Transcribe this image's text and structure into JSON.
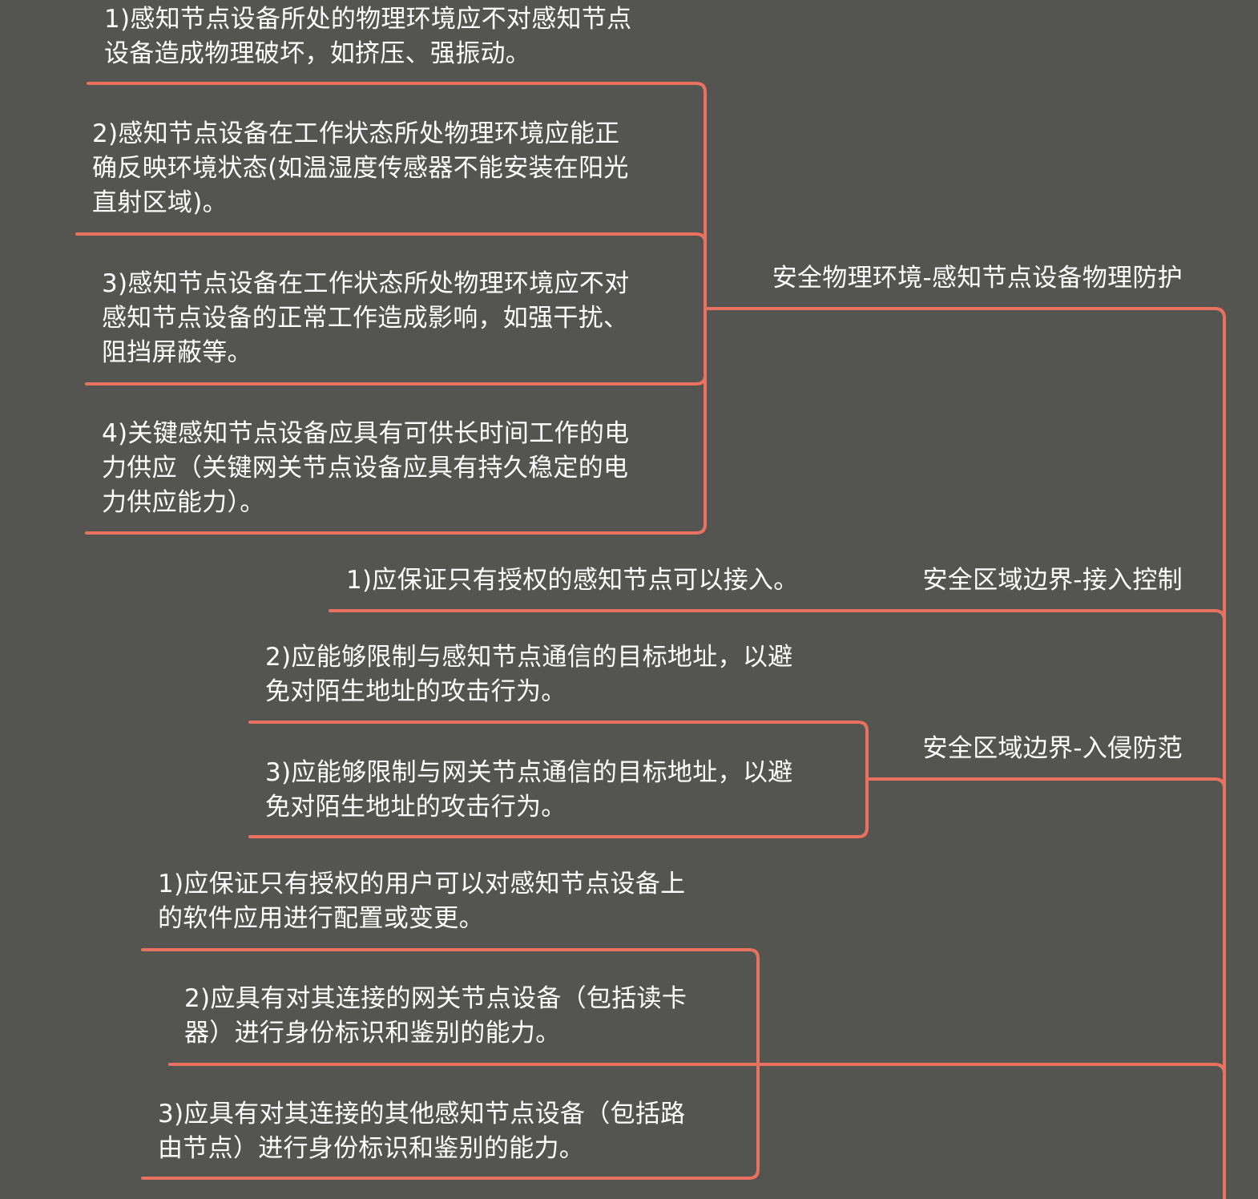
{
  "colors": {
    "background": "#545551",
    "line": "#e8725f",
    "text": "#ffffff"
  },
  "categories": {
    "physical": "安全物理环境-感知节点设备物理防护",
    "access": "安全区域边界-接入控制",
    "intrusion": "安全区域边界-入侵防范",
    "identity_items_parent": ""
  },
  "physical_items": [
    [
      "1)感知节点设备所处的物理环境应不对感知节点",
      "设备造成物理破坏，如挤压、强振动。"
    ],
    [
      "2)感知节点设备在工作状态所处物理环境应能正",
      "确反映环境状态(如温湿度传感器不能安装在阳光",
      "直射区域)。"
    ],
    [
      "3)感知节点设备在工作状态所处物理环境应不对",
      "感知节点设备的正常工作造成影响，如强干扰、",
      "阻挡屏蔽等。"
    ],
    [
      "4)关键感知节点设备应具有可供长时间工作的电",
      "力供应（关键网关节点设备应具有持久稳定的电",
      "力供应能力）。"
    ]
  ],
  "access_items": [
    [
      "1)应保证只有授权的感知节点可以接入。"
    ]
  ],
  "intrusion_items": [
    [
      "2)应能够限制与感知节点通信的目标地址，以避",
      "免对陌生地址的攻击行为。"
    ],
    [
      "3)应能够限制与网关节点通信的目标地址，以避",
      "免对陌生地址的攻击行为。"
    ]
  ],
  "identity_items": [
    [
      "1)应保证只有授权的用户可以对感知节点设备上",
      "的软件应用进行配置或变更。"
    ],
    [
      "2)应具有对其连接的网关节点设备（包括读卡",
      "器）进行身份标识和鉴别的能力。"
    ],
    [
      "3)应具有对其连接的其他感知节点设备（包括路",
      "由节点）进行身份标识和鉴别的能力。"
    ]
  ]
}
